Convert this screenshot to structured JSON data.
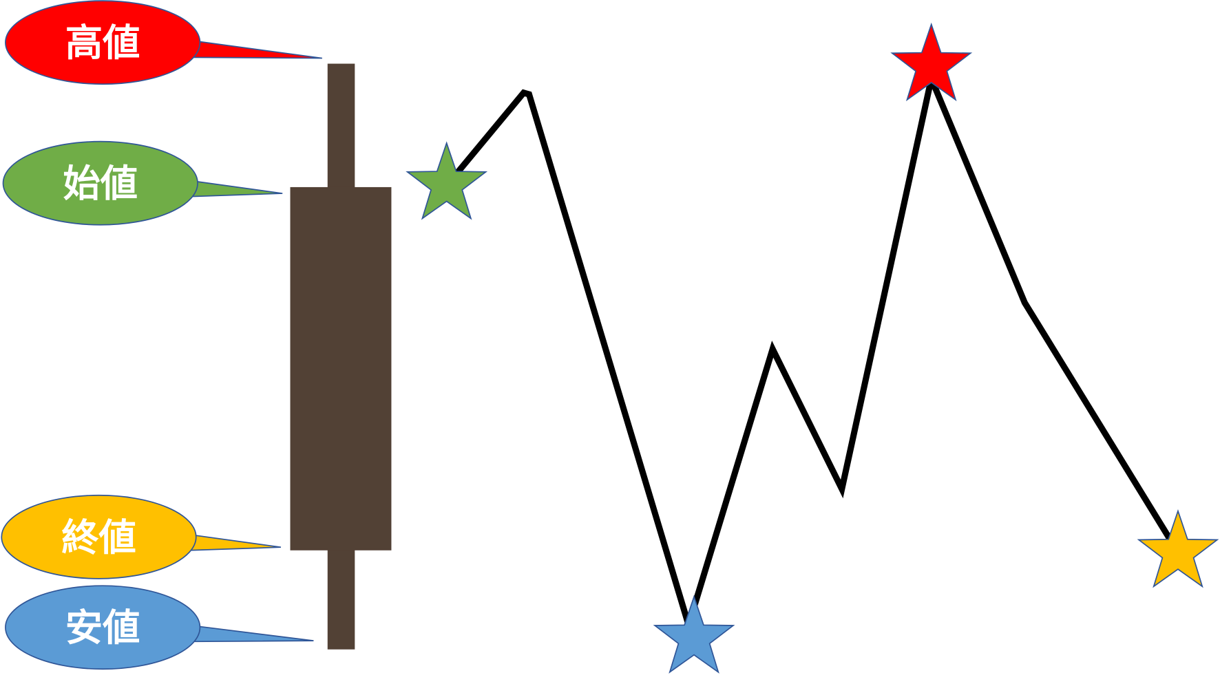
{
  "labels": {
    "high": "高値",
    "open": "始値",
    "close": "終値",
    "low": "安値"
  },
  "colors": {
    "high": "#ff0000",
    "open": "#70ad47",
    "close": "#ffc000",
    "low": "#5b9bd5",
    "candle": "#524135",
    "outline": "#2f5597",
    "price_line": "#000000"
  }
}
